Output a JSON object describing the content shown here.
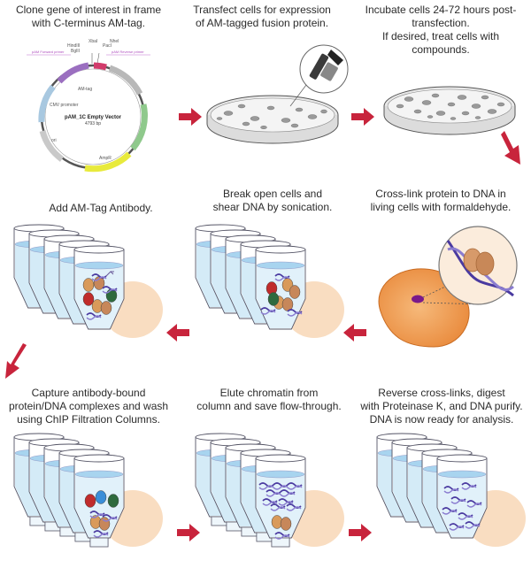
{
  "steps": [
    {
      "caption": "Clone gene of interest in frame\nwith C-terminus AM-tag."
    },
    {
      "caption": "Transfect cells for expression\nof AM-tagged fusion protein."
    },
    {
      "caption": "Incubate cells 24-72 hours post-transfection.\nIf desired, treat cells with compounds."
    },
    {
      "caption": "Add AM-Tag Antibody."
    },
    {
      "caption": "Break open cells and\nshear DNA by sonication."
    },
    {
      "caption": "Cross-link protein to DNA in\nliving cells with formaldehyde."
    },
    {
      "caption": "Capture antibody-bound\nprotein/DNA complexes and wash\nusing ChIP Filtration Columns."
    },
    {
      "caption": "Elute chromatin from\ncolumn and save flow-through."
    },
    {
      "caption": "Reverse cross-links, digest\nwith Proteinase K, and DNA purify.\nDNA is now ready for analysis."
    }
  ],
  "plasmid": {
    "name": "pAM_1C Empty Vector",
    "size": "4793 bp",
    "sites": [
      "XbaI",
      "HindIII",
      "BglII",
      "PacI",
      "NheI"
    ],
    "forward_primer": "pAM Forward primer",
    "reverse_primer": "pAM Reverse primer",
    "features": [
      "AM-tag",
      "AmpR",
      "ori",
      "CMV promoter"
    ]
  },
  "colors": {
    "arrow": "#c8243c",
    "caption": "#2b2b2b",
    "liquid": "#c9e6f5",
    "dna": "#4a3aa0",
    "cell": "#f2a35c"
  }
}
